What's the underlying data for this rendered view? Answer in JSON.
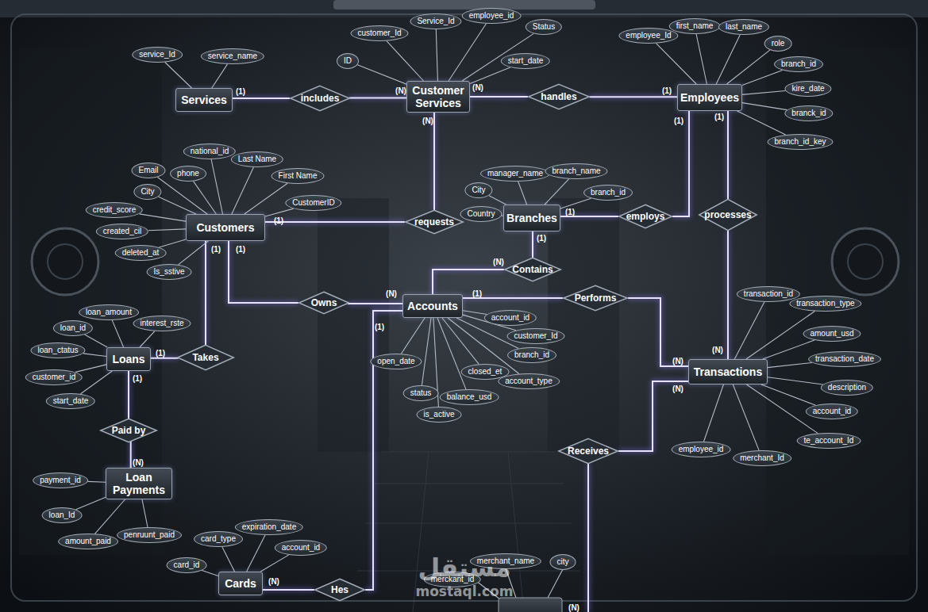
{
  "diagram": {
    "nodes": [
      {
        "text": [
          "service_Id"
        ]
      },
      {
        "text": [
          "service_name"
        ]
      },
      {
        "text": [
          "Services"
        ]
      },
      {
        "text": [
          "includes"
        ]
      },
      {
        "text": [
          "customer_Id"
        ]
      },
      {
        "text": [
          "Service_Id"
        ]
      },
      {
        "text": [
          "employee_id"
        ]
      },
      {
        "text": [
          "Status"
        ]
      },
      {
        "text": [
          "ID"
        ]
      },
      {
        "text": [
          "start_date"
        ]
      },
      {
        "text": [
          "Customer Services"
        ]
      },
      {
        "text": [
          "handles"
        ]
      },
      {
        "text": [
          "employee_Id"
        ]
      },
      {
        "text": [
          "first_name"
        ]
      },
      {
        "text": [
          "last_name"
        ]
      },
      {
        "text": [
          "role"
        ]
      },
      {
        "text": [
          "branch_id"
        ]
      },
      {
        "text": [
          "kire_date"
        ]
      },
      {
        "text": [
          "branck_id"
        ]
      },
      {
        "text": [
          "branch_id_key"
        ]
      },
      {
        "text": [
          "Employees"
        ]
      },
      {
        "text": [
          "national_id"
        ]
      },
      {
        "text": [
          "Last Name"
        ]
      },
      {
        "text": [
          "Email"
        ]
      },
      {
        "text": [
          "phone"
        ]
      },
      {
        "text": [
          "First Name"
        ]
      },
      {
        "text": [
          "City"
        ]
      },
      {
        "text": [
          "CustomerID"
        ]
      },
      {
        "text": [
          "credit_score"
        ]
      },
      {
        "text": [
          "created_cil"
        ]
      },
      {
        "text": [
          "deleted_at"
        ]
      },
      {
        "text": [
          "Is_sstive"
        ]
      },
      {
        "text": [
          "Customers"
        ]
      },
      {
        "text": [
          "requests"
        ]
      },
      {
        "text": [
          "manager_name"
        ]
      },
      {
        "text": [
          "branch_name"
        ]
      },
      {
        "text": [
          "City"
        ]
      },
      {
        "text": [
          "branch_id"
        ]
      },
      {
        "text": [
          "Country"
        ]
      },
      {
        "text": [
          "Branches"
        ]
      },
      {
        "text": [
          "employs"
        ]
      },
      {
        "text": [
          "processes"
        ]
      },
      {
        "text": [
          "Contains"
        ]
      },
      {
        "text": [
          "Owns"
        ]
      },
      {
        "text": [
          "Accounts"
        ]
      },
      {
        "text": [
          "Performs"
        ]
      },
      {
        "text": [
          "account_id"
        ]
      },
      {
        "text": [
          "customer_Id"
        ]
      },
      {
        "text": [
          "branch_id"
        ]
      },
      {
        "text": [
          "open_date"
        ]
      },
      {
        "text": [
          "closed_et"
        ]
      },
      {
        "text": [
          "account_type"
        ]
      },
      {
        "text": [
          "status"
        ]
      },
      {
        "text": [
          "balance_usd"
        ]
      },
      {
        "text": [
          "is_active"
        ]
      },
      {
        "text": [
          "transaction_id"
        ]
      },
      {
        "text": [
          "transaction_type"
        ]
      },
      {
        "text": [
          "amount_usd"
        ]
      },
      {
        "text": [
          "transaction_date"
        ]
      },
      {
        "text": [
          "description"
        ]
      },
      {
        "text": [
          "account_id"
        ]
      },
      {
        "text": [
          "te_account_Id"
        ]
      },
      {
        "text": [
          "employee_id"
        ]
      },
      {
        "text": [
          "merchant_Id"
        ]
      },
      {
        "text": [
          "Transactions"
        ]
      },
      {
        "text": [
          "loan_amount"
        ]
      },
      {
        "text": [
          "interest_rste"
        ]
      },
      {
        "text": [
          "loan_id"
        ]
      },
      {
        "text": [
          "loan_ctatus"
        ]
      },
      {
        "text": [
          "customer_id"
        ]
      },
      {
        "text": [
          "start_date"
        ]
      },
      {
        "text": [
          "Loans"
        ]
      },
      {
        "text": [
          "Takes"
        ]
      },
      {
        "text": [
          "Paid by"
        ]
      },
      {
        "text": [
          "Receives"
        ]
      },
      {
        "text": [
          "payment_id"
        ]
      },
      {
        "text": [
          "loan_Id"
        ]
      },
      {
        "text": [
          "amount_paid"
        ]
      },
      {
        "text": [
          "penruunt_paid"
        ]
      },
      {
        "text": [
          "Loan Payments"
        ]
      },
      {
        "text": [
          "card_type"
        ]
      },
      {
        "text": [
          "expiration_date"
        ]
      },
      {
        "text": [
          "account_id"
        ]
      },
      {
        "text": [
          "card_id"
        ]
      },
      {
        "text": [
          "Cards"
        ]
      },
      {
        "text": [
          "merchant_name"
        ]
      },
      {
        "text": [
          "city"
        ]
      },
      {
        "text": [
          "merckant_id"
        ]
      },
      {
        "text": [
          "Hes"
        ]
      }
    ],
    "edges": [
      {
        "from": 2,
        "to": 3,
        "arrow": "none"
      },
      {
        "from": 3,
        "to": 10,
        "arrow": "none"
      },
      {
        "from": 10,
        "to": 11,
        "arrow": "none"
      },
      {
        "from": 11,
        "to": 20,
        "arrow": "none"
      },
      {
        "from": 10,
        "to": 33,
        "arrow": "none"
      },
      {
        "from": 32,
        "to": 33,
        "arrow": "none"
      },
      {
        "from": 39,
        "to": 40,
        "arrow": "none"
      },
      {
        "from": 40,
        "to": 20,
        "arrow": "none"
      },
      {
        "from": 20,
        "to": 41,
        "arrow": "none"
      },
      {
        "from": 41,
        "to": 64,
        "arrow": "none"
      },
      {
        "from": 39,
        "to": 42,
        "arrow": "none"
      },
      {
        "from": 42,
        "to": 44,
        "arrow": "none"
      },
      {
        "from": 32,
        "to": 43,
        "arrow": "none"
      },
      {
        "from": 43,
        "to": 44,
        "arrow": "none"
      },
      {
        "from": 44,
        "to": 45,
        "arrow": "none"
      },
      {
        "from": 45,
        "to": 64,
        "arrow": "none"
      },
      {
        "from": 32,
        "to": 72,
        "arrow": "none"
      },
      {
        "from": 72,
        "to": 71,
        "arrow": "none"
      },
      {
        "from": 71,
        "to": 73,
        "arrow": "none"
      },
      {
        "from": 73,
        "to": 79,
        "arrow": "none"
      },
      {
        "from": 64,
        "to": 74,
        "arrow": "none"
      },
      {
        "from": 44,
        "to": 88,
        "arrow": "none"
      },
      {
        "from": 84,
        "to": 88,
        "arrow": "none"
      },
      {
        "from": 0,
        "to": 2,
        "arrow": "none"
      },
      {
        "from": 1,
        "to": 2,
        "arrow": "none"
      },
      {
        "from": 4,
        "to": 10,
        "arrow": "none"
      },
      {
        "from": 5,
        "to": 10,
        "arrow": "none"
      },
      {
        "from": 6,
        "to": 10,
        "arrow": "none"
      },
      {
        "from": 7,
        "to": 10,
        "arrow": "none"
      },
      {
        "from": 8,
        "to": 10,
        "arrow": "none"
      },
      {
        "from": 9,
        "to": 10,
        "arrow": "none"
      },
      {
        "from": 12,
        "to": 20,
        "arrow": "none"
      },
      {
        "from": 13,
        "to": 20,
        "arrow": "none"
      },
      {
        "from": 14,
        "to": 20,
        "arrow": "none"
      },
      {
        "from": 15,
        "to": 20,
        "arrow": "none"
      },
      {
        "from": 16,
        "to": 20,
        "arrow": "none"
      },
      {
        "from": 17,
        "to": 20,
        "arrow": "none"
      },
      {
        "from": 18,
        "to": 20,
        "arrow": "none"
      },
      {
        "from": 19,
        "to": 20,
        "arrow": "none"
      },
      {
        "from": 21,
        "to": 32,
        "arrow": "none"
      },
      {
        "from": 22,
        "to": 32,
        "arrow": "none"
      },
      {
        "from": 23,
        "to": 32,
        "arrow": "none"
      },
      {
        "from": 24,
        "to": 32,
        "arrow": "none"
      },
      {
        "from": 25,
        "to": 32,
        "arrow": "none"
      },
      {
        "from": 26,
        "to": 32,
        "arrow": "none"
      },
      {
        "from": 27,
        "to": 32,
        "arrow": "none"
      },
      {
        "from": 28,
        "to": 32,
        "arrow": "none"
      },
      {
        "from": 29,
        "to": 32,
        "arrow": "none"
      },
      {
        "from": 30,
        "to": 32,
        "arrow": "none"
      },
      {
        "from": 31,
        "to": 32,
        "arrow": "none"
      },
      {
        "from": 34,
        "to": 39,
        "arrow": "none"
      },
      {
        "from": 35,
        "to": 39,
        "arrow": "none"
      },
      {
        "from": 36,
        "to": 39,
        "arrow": "none"
      },
      {
        "from": 37,
        "to": 39,
        "arrow": "none"
      },
      {
        "from": 38,
        "to": 39,
        "arrow": "none"
      },
      {
        "from": 46,
        "to": 44,
        "arrow": "none"
      },
      {
        "from": 47,
        "to": 44,
        "arrow": "none"
      },
      {
        "from": 48,
        "to": 44,
        "arrow": "none"
      },
      {
        "from": 49,
        "to": 44,
        "arrow": "none"
      },
      {
        "from": 50,
        "to": 44,
        "arrow": "none"
      },
      {
        "from": 51,
        "to": 44,
        "arrow": "none"
      },
      {
        "from": 52,
        "to": 44,
        "arrow": "none"
      },
      {
        "from": 53,
        "to": 44,
        "arrow": "none"
      },
      {
        "from": 54,
        "to": 44,
        "arrow": "none"
      },
      {
        "from": 55,
        "to": 64,
        "arrow": "none"
      },
      {
        "from": 56,
        "to": 64,
        "arrow": "none"
      },
      {
        "from": 57,
        "to": 64,
        "arrow": "none"
      },
      {
        "from": 58,
        "to": 64,
        "arrow": "none"
      },
      {
        "from": 59,
        "to": 64,
        "arrow": "none"
      },
      {
        "from": 60,
        "to": 64,
        "arrow": "none"
      },
      {
        "from": 61,
        "to": 64,
        "arrow": "none"
      },
      {
        "from": 62,
        "to": 64,
        "arrow": "none"
      },
      {
        "from": 63,
        "to": 64,
        "arrow": "none"
      },
      {
        "from": 65,
        "to": 71,
        "arrow": "none"
      },
      {
        "from": 66,
        "to": 71,
        "arrow": "none"
      },
      {
        "from": 67,
        "to": 71,
        "arrow": "none"
      },
      {
        "from": 68,
        "to": 71,
        "arrow": "none"
      },
      {
        "from": 69,
        "to": 71,
        "arrow": "none"
      },
      {
        "from": 70,
        "to": 71,
        "arrow": "none"
      },
      {
        "from": 75,
        "to": 79,
        "arrow": "none"
      },
      {
        "from": 76,
        "to": 79,
        "arrow": "none"
      },
      {
        "from": 77,
        "to": 79,
        "arrow": "none"
      },
      {
        "from": 78,
        "to": 79,
        "arrow": "none"
      },
      {
        "from": 80,
        "to": 84,
        "arrow": "none"
      },
      {
        "from": 81,
        "to": 84,
        "arrow": "none"
      },
      {
        "from": 82,
        "to": 84,
        "arrow": "none"
      },
      {
        "from": 83,
        "to": 84,
        "arrow": "none"
      }
    ],
    "labels": [
      "(1)",
      "(N)",
      "(N)",
      "(1)",
      "(N)",
      "(1)",
      "(1)",
      "(1)",
      "(1)",
      "(1)",
      "(N)",
      "(1)",
      "(1)",
      "(N)",
      "(1)",
      "(1)",
      "(N)",
      "(N)",
      "(N)",
      "(1)",
      "(1)",
      "(N)",
      "(N)",
      "(N)",
      "مستقل",
      "mostaql.com"
    ]
  }
}
